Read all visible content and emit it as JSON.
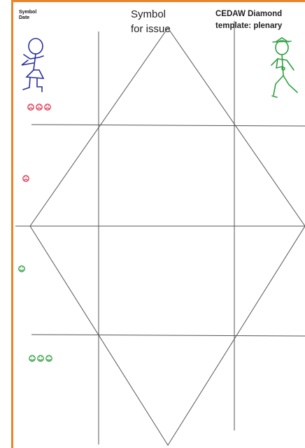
{
  "labels": {
    "symbol": "Symbol",
    "date": "Date",
    "issue_line1": "Symbol",
    "issue_line2": "for issue",
    "template_line1": "CEDAW Diamond",
    "template_line2": "template: plenary"
  },
  "colors": {
    "frame": "#e8842c",
    "grid_lines": "#555555",
    "female_figure": "#2b2fa0",
    "male_figure": "#2fa040",
    "negative_faces": "#e0334d",
    "positive_faces": "#2fa040"
  },
  "ratings": {
    "top": "three frowning faces",
    "upper_middle": "one frowning face",
    "lower_middle": "one smiling face",
    "bottom": "three smiling faces"
  }
}
